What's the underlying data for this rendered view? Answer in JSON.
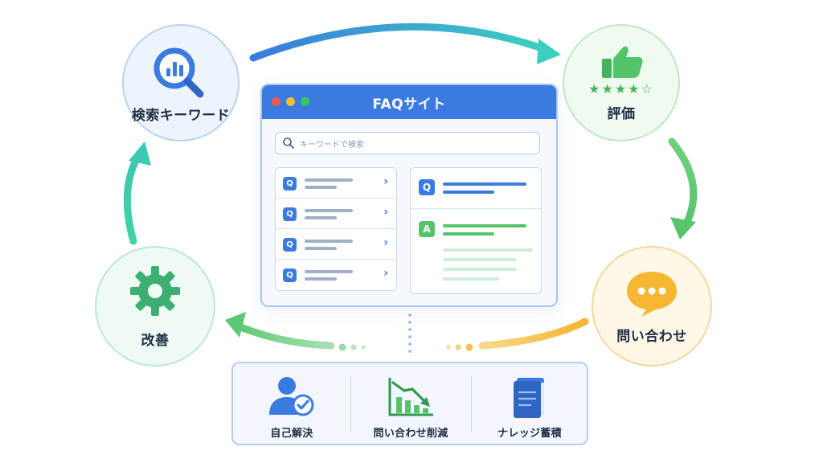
{
  "nodes": {
    "search_keyword": "検索キーワード",
    "evaluation": "評価",
    "inquiry": "問い合わせ",
    "improvement": "改善"
  },
  "faq_window": {
    "title": "FAQサイト",
    "search_placeholder": "キーワードで検索",
    "question_badge": "Q",
    "answer_badge": "A",
    "list_count": 4
  },
  "rating": {
    "stars": 4,
    "max": 5
  },
  "benefits": [
    {
      "label": "自己解決",
      "icon": "user-check-icon"
    },
    {
      "label": "問い合わせ削減",
      "icon": "chart-down-icon"
    },
    {
      "label": "ナレッジ蓄積",
      "icon": "book-icon"
    }
  ],
  "colors": {
    "blue": "#3b7be0",
    "green": "#54c46b",
    "yellow": "#f5b731",
    "teal": "#3ccfa7"
  }
}
